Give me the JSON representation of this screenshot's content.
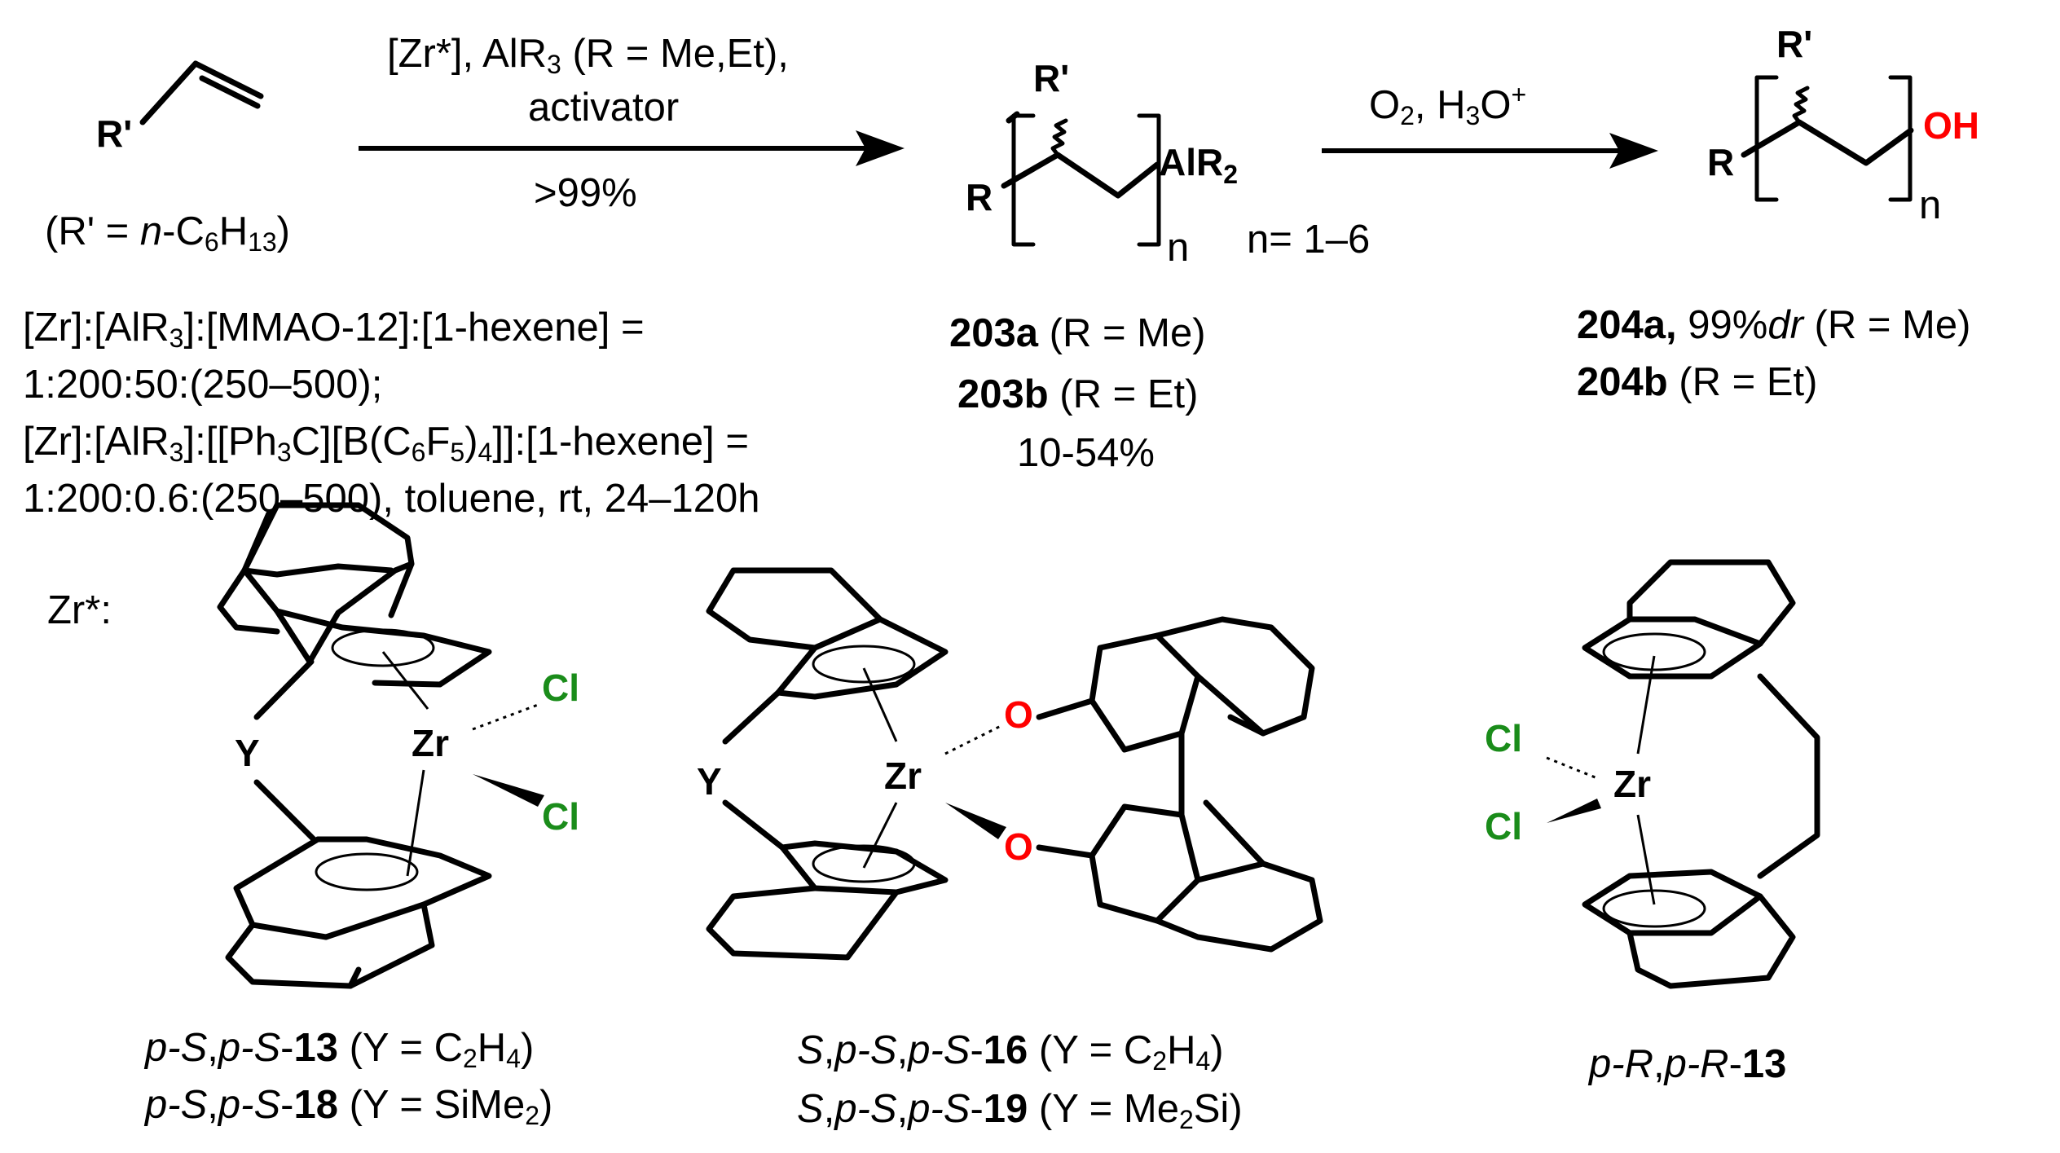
{
  "reactant": {
    "rprime": "R'",
    "condition": [
      "(R' = ",
      "n",
      "-C",
      "6",
      "H",
      "13",
      ")"
    ]
  },
  "step1": {
    "line1": [
      "[Zr*], AlR",
      "3",
      " (R = Me,Et),"
    ],
    "line2": "activator",
    "yield": ">99%"
  },
  "product1": {
    "rprime": "R'",
    "r": "R",
    "alr2": [
      "AlR",
      "2"
    ],
    "n": "n",
    "nrange": "n= 1–6",
    "label_a": [
      "203a",
      " (R = Me)"
    ],
    "label_b": [
      "203b",
      " (R = Et)"
    ],
    "yield": "10-54%"
  },
  "step2": {
    "reagents": [
      "O",
      "2",
      ", H",
      "3",
      "O",
      "+"
    ]
  },
  "product2": {
    "rprime": "R'",
    "r": "R",
    "oh": "OH",
    "n": "n",
    "label_a": [
      "204a,",
      " 99%",
      "dr",
      " (R = Me)"
    ],
    "label_b": [
      "204b",
      " (R = Et)"
    ]
  },
  "conditions": {
    "line1": "[Zr]:[AlR3]:[MMAO-12]:[1-hexene] =",
    "line1_parts": [
      "[Zr]:[AlR",
      "3",
      "]:[MMAO-12]:[1-hexene] ="
    ],
    "line2": "1:200:50:(250–500);",
    "line3_parts": [
      "[Zr]:[AlR",
      "3",
      "]:[[Ph",
      "3",
      "C][B(C",
      "6",
      "F",
      "5",
      ")",
      "4",
      "]]:[1-hexene] ="
    ],
    "line4": "1:200:0.6:(250–500), toluene, rt, 24–120h"
  },
  "catalysts": {
    "zr_label": "Zr*:",
    "atoms": {
      "zr": "Zr",
      "cl": "Cl",
      "y": "Y",
      "o": "O"
    },
    "c1": {
      "line1": [
        "p-S",
        ",",
        "p-S",
        "-",
        "13",
        " (Y = C",
        "2",
        "H",
        "4",
        ")"
      ],
      "line2": [
        "p-S",
        ",",
        "p-S",
        "-",
        "18",
        " (Y = SiMe",
        "2",
        ")"
      ]
    },
    "c2": {
      "line1": [
        "S",
        ",",
        "p-S",
        ",",
        "p-S",
        "-",
        "16",
        " (Y = C",
        "2",
        "H",
        "4",
        ")"
      ],
      "line2": [
        "S",
        ",",
        "p-S",
        ",",
        "p-S",
        "-",
        "19",
        " (Y = Me",
        "2",
        "Si)"
      ]
    },
    "c3": {
      "line1": [
        "p-R",
        ",",
        "p-R",
        "-",
        "13"
      ]
    }
  },
  "colors": {
    "oxygen": "#ff0000",
    "chlorine": "#1a8c1a",
    "ink": "#000000"
  }
}
